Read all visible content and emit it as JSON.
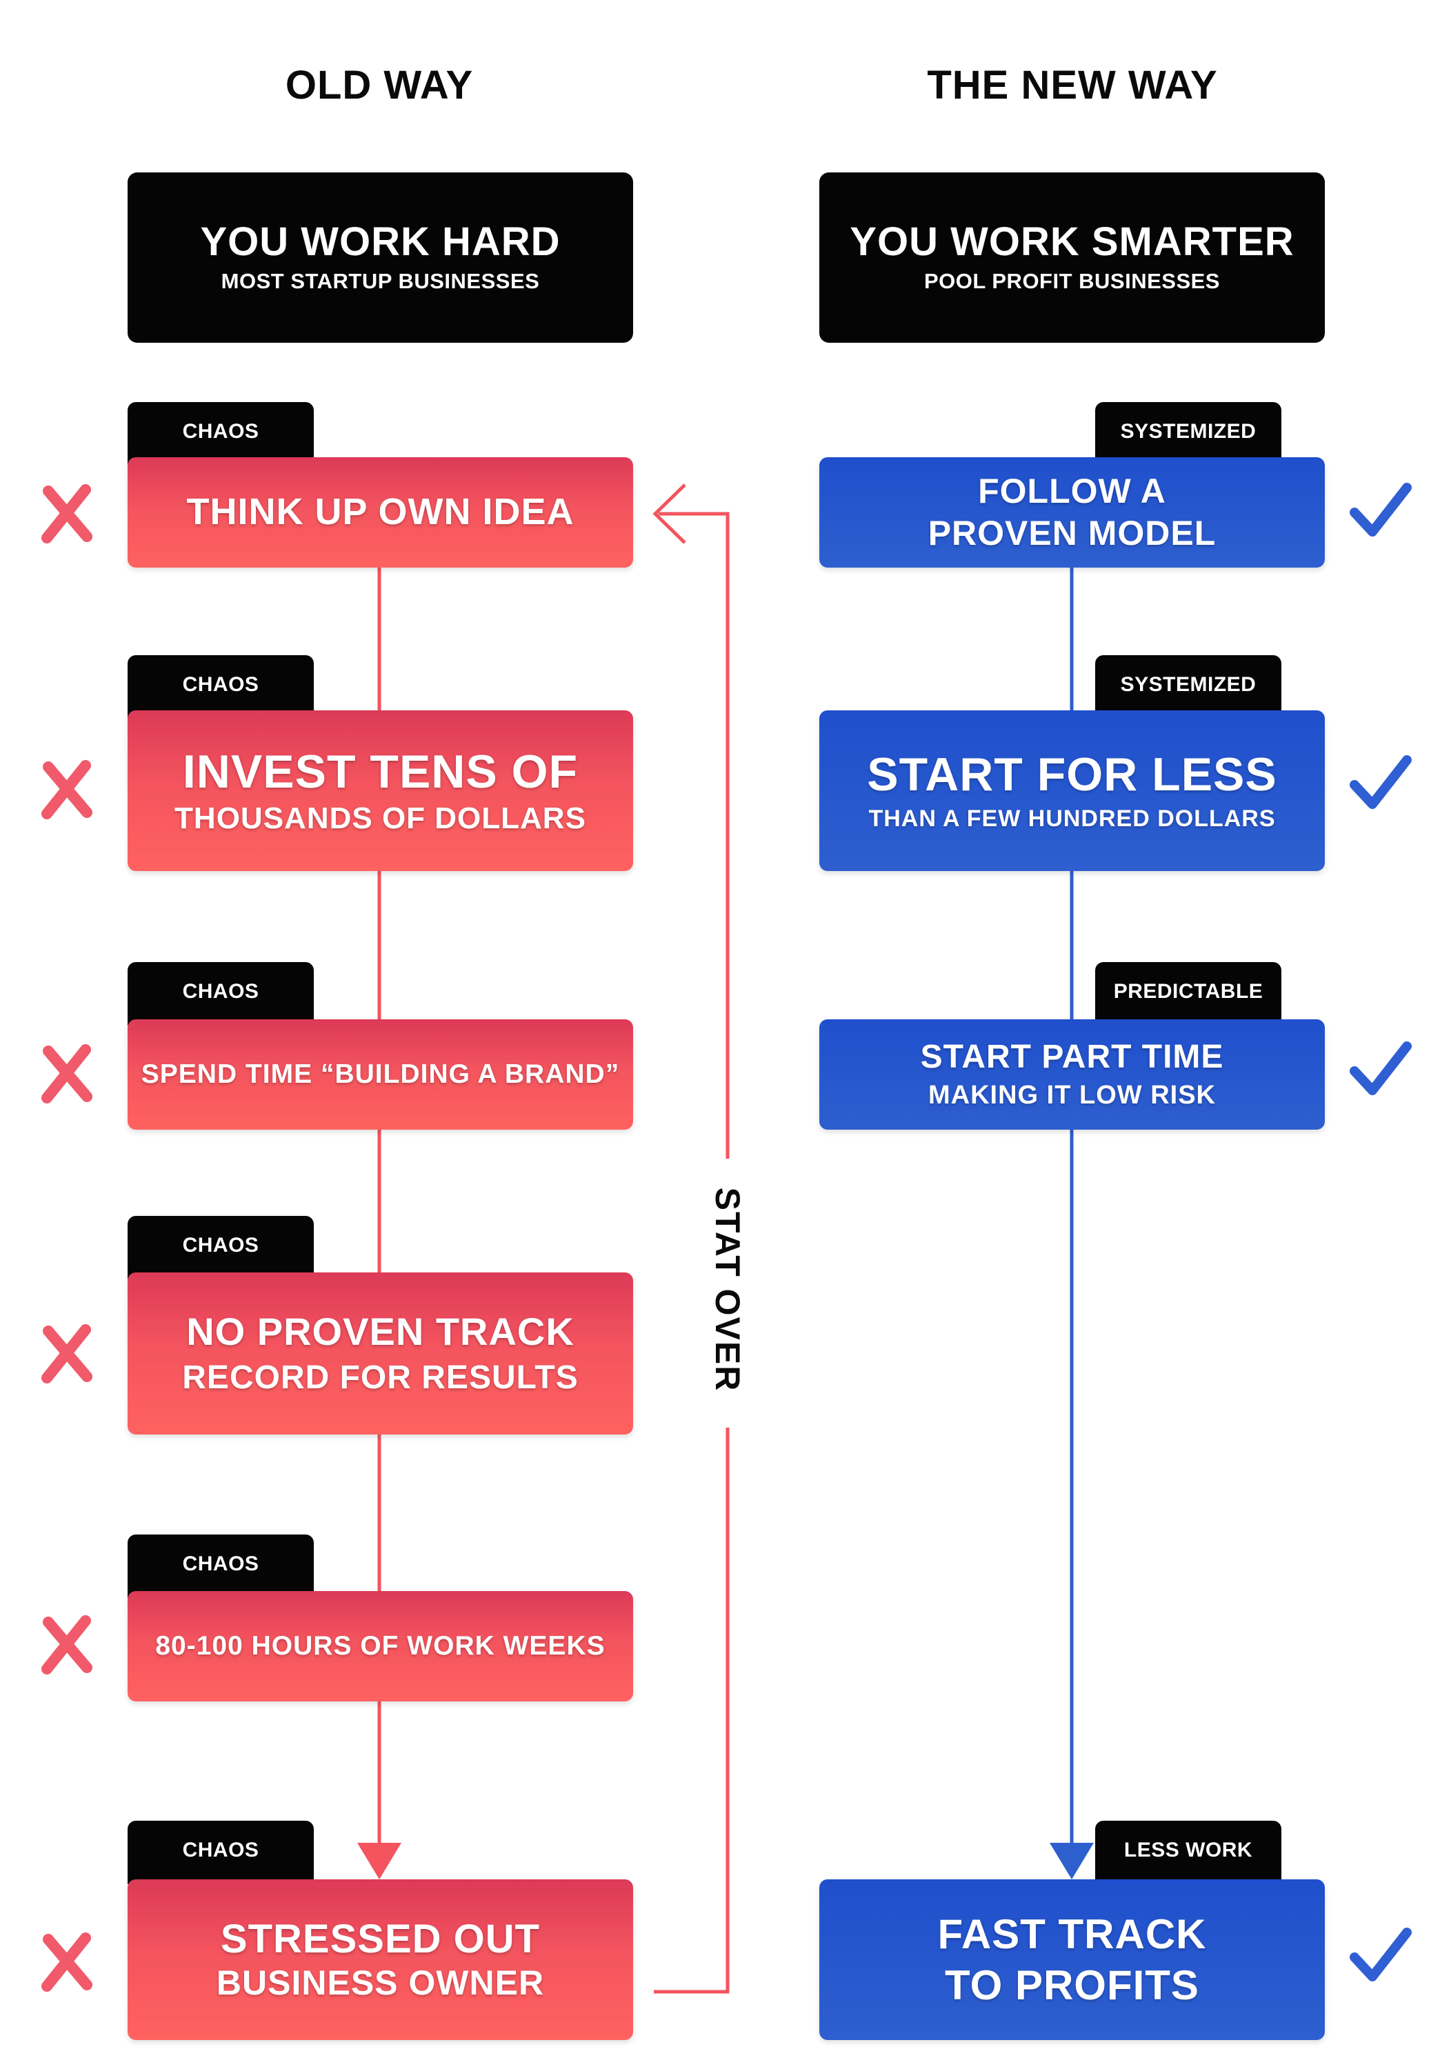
{
  "columns": {
    "old_title": "OLD WAY",
    "new_title": "THE NEW WAY"
  },
  "headers": {
    "old": {
      "main": "YOU WORK HARD",
      "sub": "MOST STARTUP BUSINESSES"
    },
    "new": {
      "main": "YOU WORK SMARTER",
      "sub": "POOL PROFIT BUSINESSES"
    }
  },
  "old_steps": [
    {
      "tab": "CHAOS",
      "line1": "THINK UP OWN IDEA",
      "line2": ""
    },
    {
      "tab": "CHAOS",
      "line1": "INVEST TENS OF",
      "line2": "THOUSANDS OF DOLLARS"
    },
    {
      "tab": "CHAOS",
      "line1": "SPEND TIME “BUILDING A BRAND”",
      "line2": ""
    },
    {
      "tab": "CHAOS",
      "line1": "NO PROVEN TRACK",
      "line2": "RECORD FOR RESULTS"
    },
    {
      "tab": "CHAOS",
      "line1": "80-100  HOURS OF WORK WEEKS",
      "line2": ""
    },
    {
      "tab": "CHAOS",
      "line1": "STRESSED OUT",
      "line2": "BUSINESS OWNER"
    }
  ],
  "new_steps": [
    {
      "tab": "SYSTEMIZED",
      "line1": "FOLLOW A",
      "line2": "PROVEN MODEL"
    },
    {
      "tab": "SYSTEMIZED",
      "line1": "START FOR LESS",
      "line2": "THAN A FEW HUNDRED DOLLARS"
    },
    {
      "tab": "PREDICTABLE",
      "line1": "START PART TIME",
      "line2": "MAKING  IT LOW RISK"
    },
    {
      "tab": "LESS WORK",
      "line1": "FAST TRACK",
      "line2": "TO PROFITS"
    }
  ],
  "loop_label": "STAT OVER",
  "icons": {
    "bad": "x-mark-icon",
    "good": "check-mark-icon"
  },
  "colors": {
    "old_accent": "#f3545e",
    "new_accent": "#2e5fcf",
    "header_bg": "#050505",
    "x_mark": "#f05a6a",
    "check_mark": "#2f5fd3"
  }
}
